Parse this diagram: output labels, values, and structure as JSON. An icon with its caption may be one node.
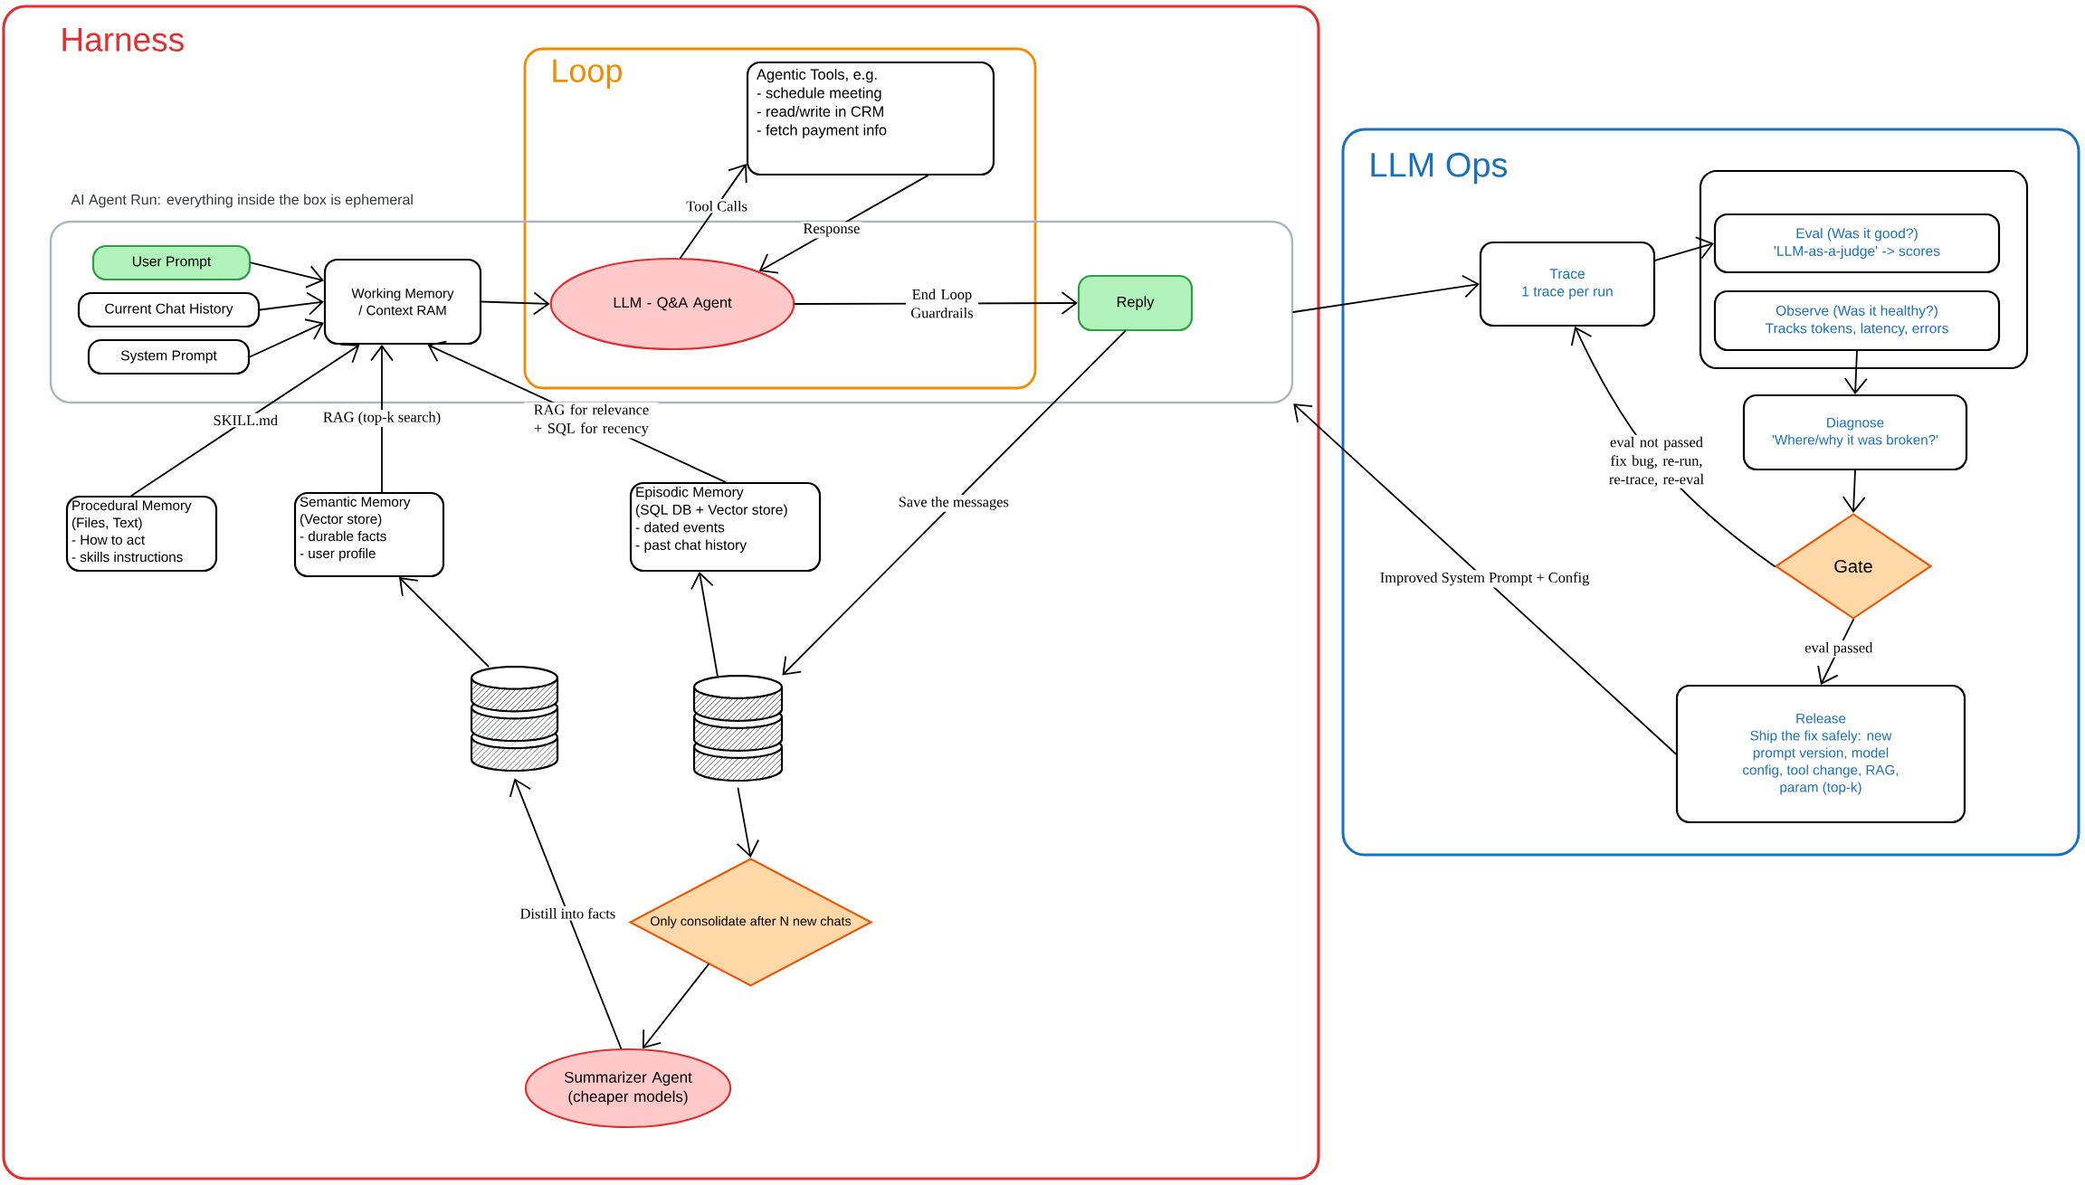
{
  "diagram": {
    "nodes": [
      {
        "text": [
          "Harness"
        ]
      },
      {
        "text": [
          "Loop"
        ],
        "in": 0
      },
      {
        "text": [
          "Agentic Tools, e.g.",
          "- schedule meeting",
          "- read/write in CRM",
          "- fetch payment info"
        ],
        "in": 1
      },
      {
        "text": [
          "AI Agent Run: everything inside the box is ephemeral"
        ],
        "in": 0
      },
      {
        "text": [
          "User Prompt"
        ],
        "in": 3
      },
      {
        "text": [
          "Current Chat History"
        ],
        "in": 3
      },
      {
        "text": [
          "System Prompt"
        ],
        "in": 3
      },
      {
        "text": [
          "Working Memory / Context RAM"
        ],
        "in": 3
      },
      {
        "text": [
          "LLM - Q&A Agent"
        ]
      },
      {
        "text": [
          "Reply"
        ],
        "in": 3
      },
      {
        "text": [
          "Procedural Memory",
          "(Files, Text)",
          "- How to act",
          "- skills instructions"
        ],
        "in": 0
      },
      {
        "text": [
          "Semantic Memory",
          "(Vector store)",
          "- durable facts",
          "- user profile"
        ],
        "in": 0
      },
      {
        "text": [
          "Episodic Memory",
          "(SQL DB + Vector store)",
          "- dated events",
          "- past chat history"
        ],
        "in": 0
      },
      {
        "text": [],
        "shape": "cylinder",
        "in": 0
      },
      {
        "text": [],
        "shape": "cylinder",
        "in": 0
      },
      {
        "text": [
          "Only consolidate after N new chats"
        ],
        "in": 0
      },
      {
        "text": [
          "Summarizer Agent (cheaper models)"
        ],
        "in": 0
      },
      {
        "text": [
          "LLM Ops"
        ]
      },
      {
        "text": [
          "Trace",
          "1 trace per run"
        ],
        "in": 17
      },
      {
        "text": [],
        "shape": "box",
        "in": 17
      },
      {
        "text": [
          "Eval (Was it good?)",
          "'LLM-as-a-judge' -> scores"
        ],
        "in": 19
      },
      {
        "text": [
          "Observe (Was it healthy?)",
          "Tracks tokens, latency, errors"
        ],
        "in": 19
      },
      {
        "text": [
          "Diagnose",
          "'Where/why it was broken?'"
        ],
        "in": 17
      },
      {
        "text": [
          "Gate"
        ],
        "in": 17
      },
      {
        "text": [
          "Release",
          "Ship the fix safely: new prompt version, model config, tool change, RAG, param (top-k)"
        ],
        "in": 17
      }
    ],
    "edges": [
      {
        "from": 4,
        "to": 7,
        "arrow": "to"
      },
      {
        "from": 5,
        "to": 7,
        "arrow": "to"
      },
      {
        "from": 6,
        "to": 7,
        "arrow": "to"
      },
      {
        "from": 7,
        "to": 8,
        "arrow": "to"
      },
      {
        "from": 8,
        "to": 2,
        "arrow": "to",
        "label": "Tool Calls"
      },
      {
        "from": 2,
        "to": 8,
        "arrow": "to",
        "label": "Response"
      },
      {
        "from": 8,
        "to": 9,
        "arrow": "to",
        "label": "End Loop Guardrails"
      },
      {
        "from": 10,
        "to": 7,
        "arrow": "to",
        "label": "SKILL.md"
      },
      {
        "from": 11,
        "to": 7,
        "arrow": "to",
        "label": "RAG (top-k search)"
      },
      {
        "from": 12,
        "to": 7,
        "arrow": "to",
        "label": "RAG for relevance + SQL for recency"
      },
      {
        "from": 9,
        "to": 14,
        "arrow": "to",
        "label": "Save the messages"
      },
      {
        "from": 14,
        "to": 12,
        "arrow": "to"
      },
      {
        "from": 13,
        "to": 11,
        "arrow": "to"
      },
      {
        "from": 14,
        "to": 15,
        "arrow": "to"
      },
      {
        "from": 15,
        "to": 16,
        "arrow": "to"
      },
      {
        "from": 16,
        "to": 13,
        "arrow": "to",
        "label": "Distill into facts"
      },
      {
        "from": 3,
        "to": 18,
        "arrow": "to"
      },
      {
        "from": 18,
        "to": 20,
        "arrow": "to"
      },
      {
        "from": 21,
        "to": 22,
        "arrow": "to"
      },
      {
        "from": 22,
        "to": 23,
        "arrow": "to"
      },
      {
        "from": 23,
        "to": 18,
        "arrow": "to",
        "label": "eval not passed fix bug, re-run, re-trace, re-eval"
      },
      {
        "from": 23,
        "to": 24,
        "arrow": "to",
        "label": "eval passed"
      },
      {
        "from": 24,
        "to": 3,
        "arrow": "to",
        "label": "Improved System Prompt + Config"
      }
    ]
  }
}
